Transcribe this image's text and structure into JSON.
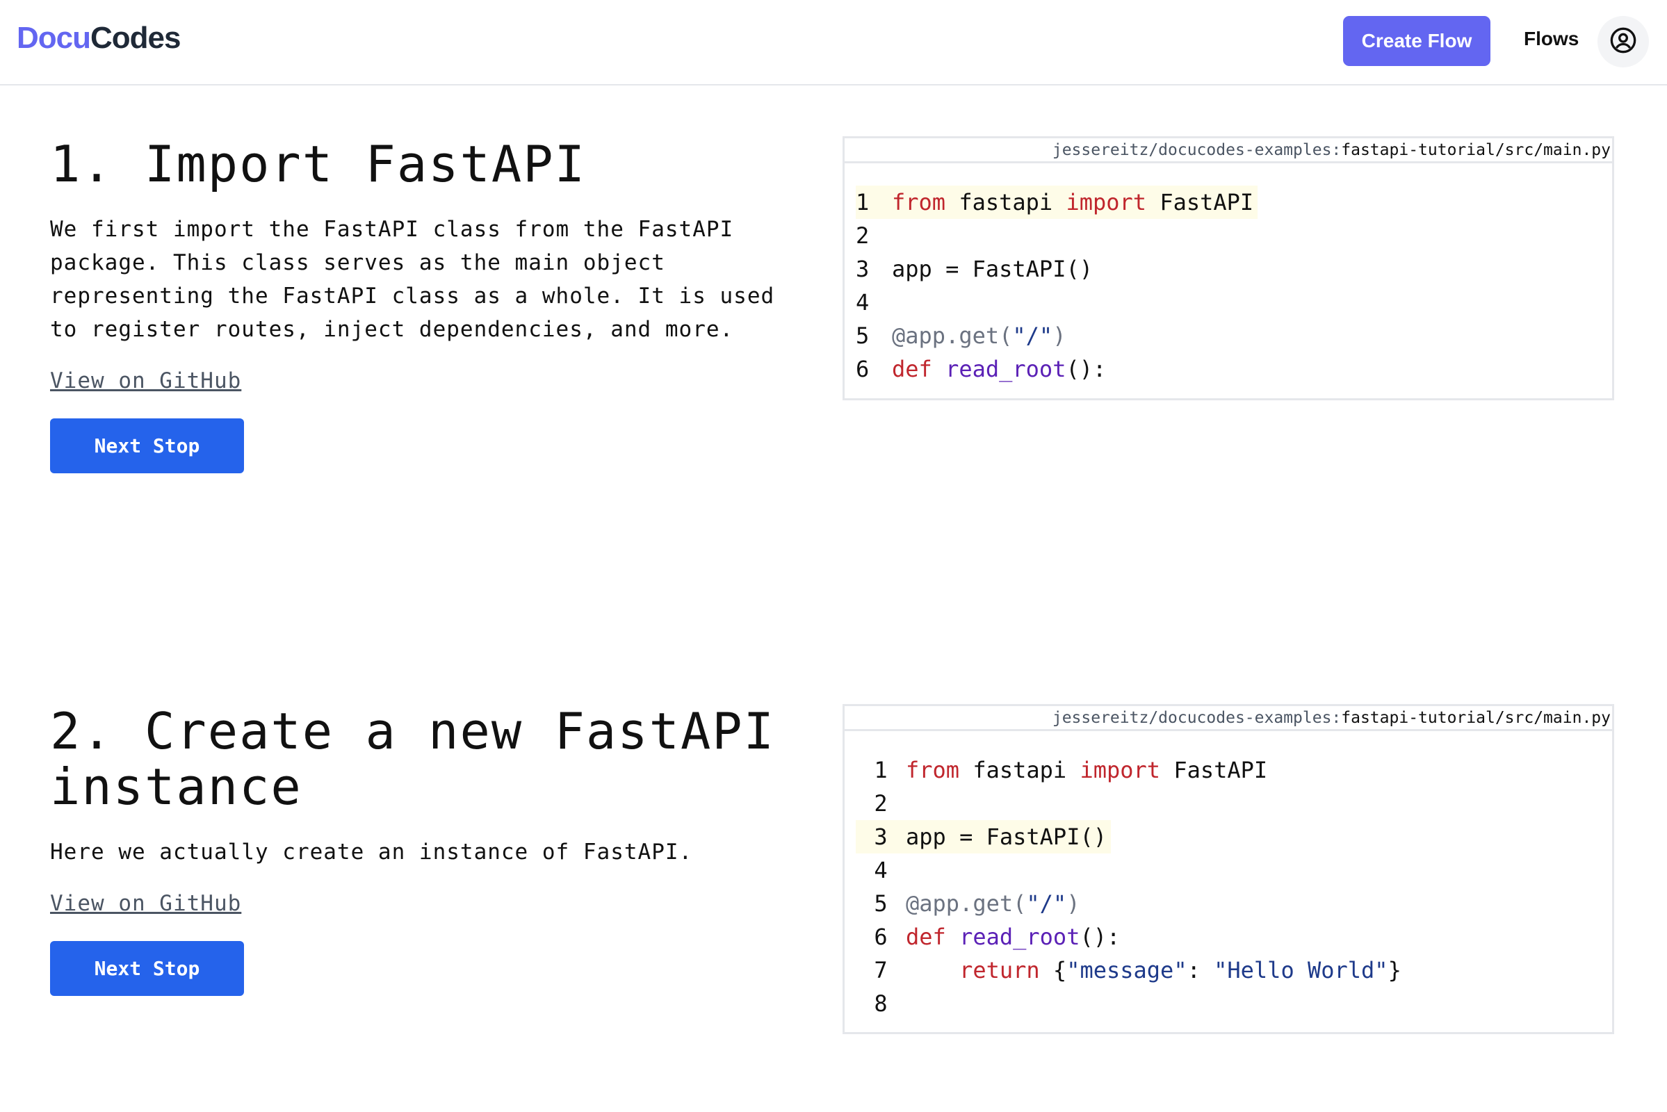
{
  "header": {
    "logo_part1": "Docu",
    "logo_part2": "Codes",
    "create_flow_label": "Create Flow",
    "flows_label": "Flows",
    "user_icon": "user-circle-icon"
  },
  "sections": [
    {
      "title": "1. Import FastAPI",
      "description": "We first import the FastAPI class from the FastAPI package. This class serves as the main object representing the FastAPI class as a whole. It is used to register routes, inject dependencies, and more.",
      "github_link": "View on GitHub",
      "next_button": "Next Stop",
      "code": {
        "repo": "jessereitz/docucodes-examples:",
        "file": "fastapi-tutorial/src/main.py",
        "highlighted_line": 1,
        "lines": [
          {
            "n": "1",
            "text": "from fastapi import FastAPI"
          },
          {
            "n": "2",
            "text": ""
          },
          {
            "n": "3",
            "text": "app = FastAPI()"
          },
          {
            "n": "4",
            "text": ""
          },
          {
            "n": "5",
            "text": "@app.get(\"/\")"
          },
          {
            "n": "6",
            "text": "def read_root():"
          }
        ]
      }
    },
    {
      "title": "2. Create a new FastAPI instance",
      "description": "Here we actually create an instance of FastAPI.",
      "github_link": "View on GitHub",
      "next_button": "Next Stop",
      "code": {
        "repo": "jessereitz/docucodes-examples:",
        "file": "fastapi-tutorial/src/main.py",
        "highlighted_line": 3,
        "lines": [
          {
            "n": "1",
            "text": "from fastapi import FastAPI"
          },
          {
            "n": "2",
            "text": ""
          },
          {
            "n": "3",
            "text": "app = FastAPI()"
          },
          {
            "n": "4",
            "text": ""
          },
          {
            "n": "5",
            "text": "@app.get(\"/\")"
          },
          {
            "n": "6",
            "text": "def read_root():"
          },
          {
            "n": "7",
            "text": "    return {\"message\": \"Hello World\"}"
          },
          {
            "n": "8",
            "text": ""
          }
        ]
      }
    }
  ],
  "tokens": {
    "from": "from",
    "fastapi": " fastapi ",
    "import": "import",
    "FastAPI": " FastAPI",
    "app_assign": "app = FastAPI()",
    "decorator": "@app.get(",
    "route": "\"/\"",
    "close_paren": ")",
    "def": "def",
    "read_root": "read_root",
    "parens_colon": "():",
    "return": "return",
    "brace_open": " {",
    "key": "\"message\"",
    "colon": ": ",
    "val": "\"Hello World\"",
    "brace_close": "}"
  }
}
